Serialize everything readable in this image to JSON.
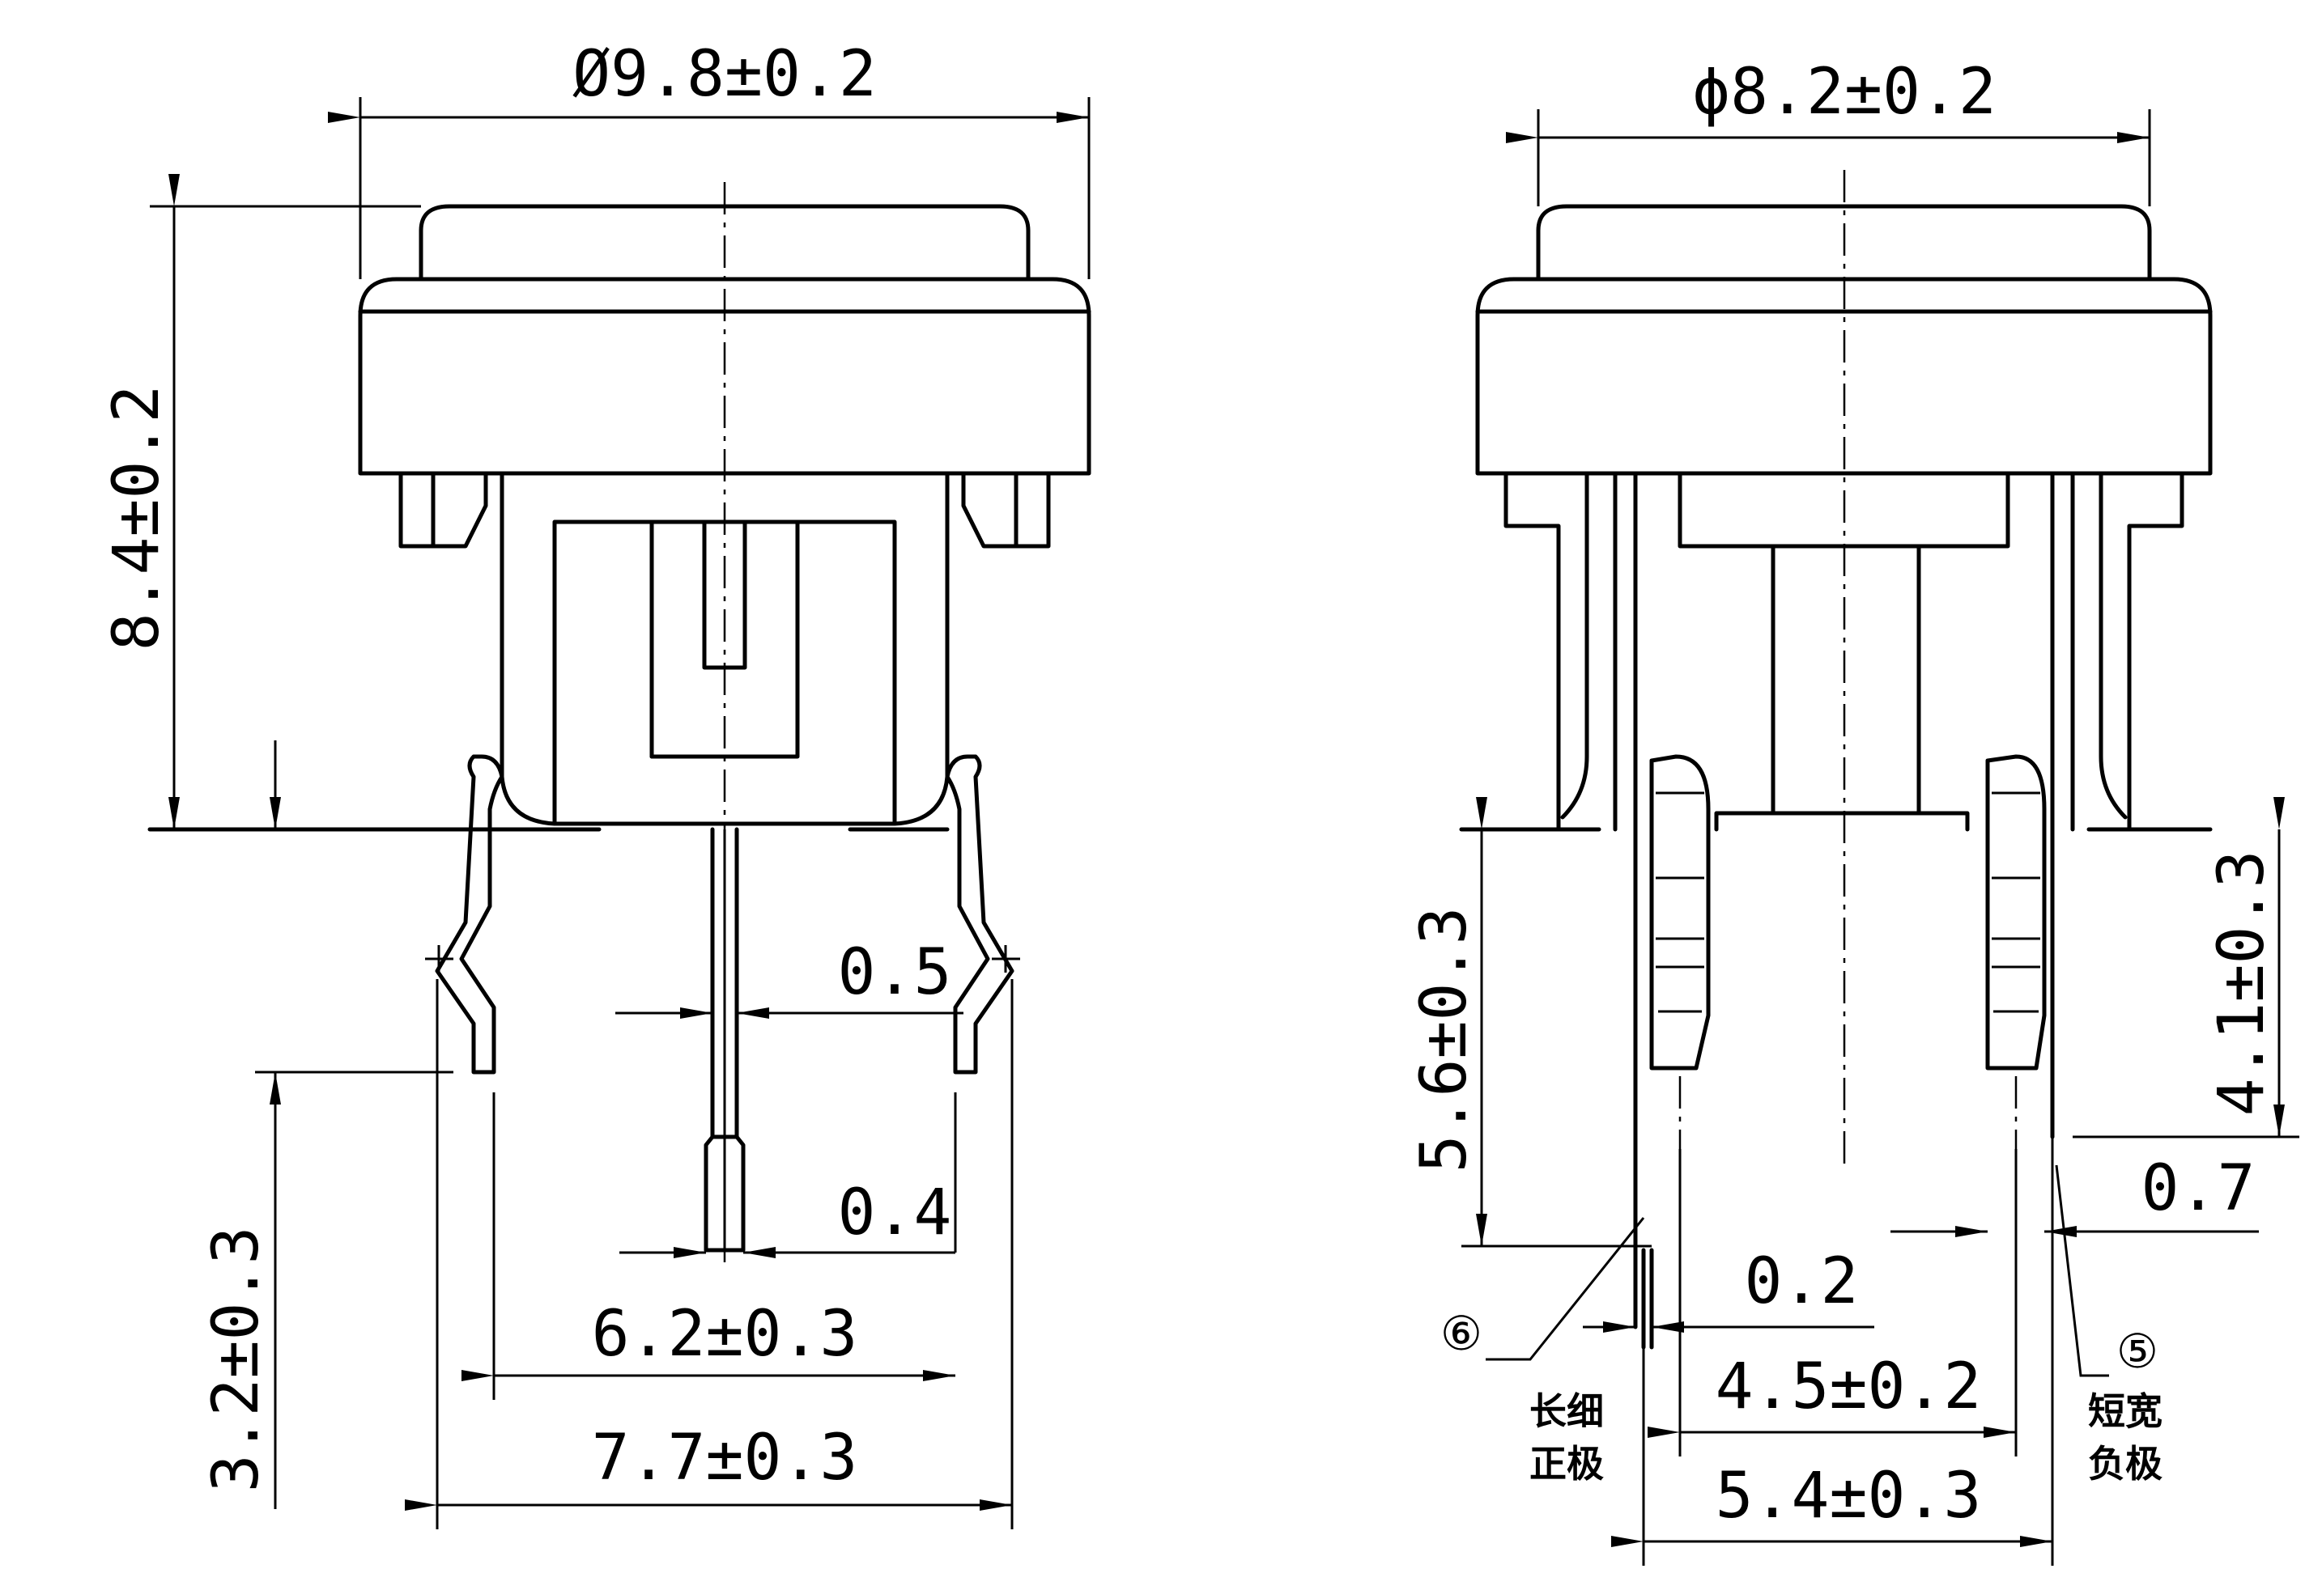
{
  "left_view": {
    "diameter": "Ø9.8±0.2",
    "height": "8.4±0.2",
    "pin_protrusion": "3.2±0.3",
    "pin_width_upper": "0.5",
    "pin_width_lower": "0.4",
    "inner_span": "6.2±0.3",
    "outer_span": "7.7±0.3"
  },
  "right_view": {
    "diameter": "ϕ8.2±0.2",
    "long_lead": "5.6±0.3",
    "short_lead": "4.1±0.3",
    "thickness_right": "0.7",
    "thickness_left": "0.2",
    "inner_span": "4.5±0.2",
    "outer_span": "5.4±0.3",
    "callout_6": "⑥",
    "callout_5": "⑤",
    "label_6_line1": "长细",
    "label_6_line2": "正极",
    "label_5_line1": "短宽",
    "label_5_line2": "负极"
  }
}
